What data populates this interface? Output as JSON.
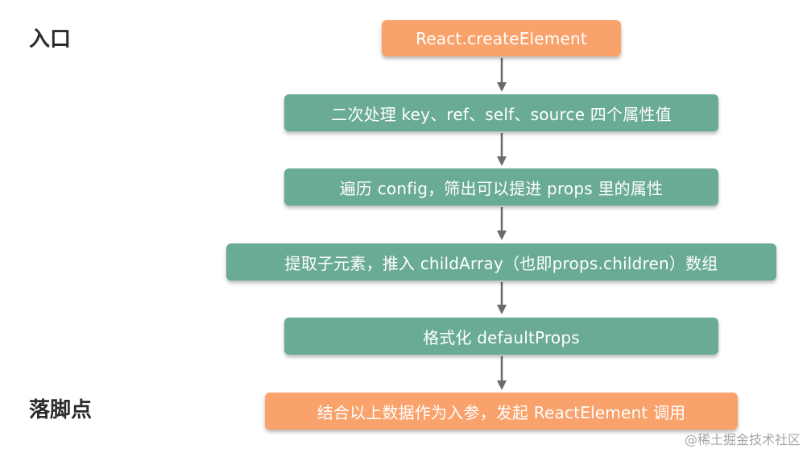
{
  "labels": {
    "entry": "入口",
    "landing": "落脚点"
  },
  "nodes": [
    {
      "id": "create-element",
      "text": "React.createElement",
      "style": "orange"
    },
    {
      "id": "process-props",
      "text": "二次处理 key、ref、self、source 四个属性值",
      "style": "green"
    },
    {
      "id": "iterate-config",
      "text": "遍历 config，筛出可以提进 props 里的属性",
      "style": "green"
    },
    {
      "id": "extract-children",
      "text": "提取子元素，推入 childArray（也即props.children）数组",
      "style": "green"
    },
    {
      "id": "format-default-props",
      "text": "格式化 defaultProps",
      "style": "green"
    },
    {
      "id": "call-react-element",
      "text": "结合以上数据作为入参，发起 ReactElement 调用",
      "style": "orange"
    }
  ],
  "colors": {
    "orange": "#f9a26c",
    "green": "#6aab93",
    "arrow": "#6b6b6b",
    "label": "#2b2b2b",
    "watermark": "#a6a6a6"
  },
  "watermark": "@稀土掘金技术社区"
}
